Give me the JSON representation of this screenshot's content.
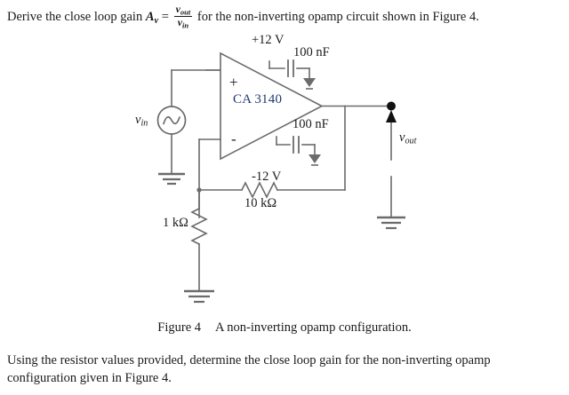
{
  "problem": {
    "top_prefix": "Derive the close loop gain ",
    "gain_symbol": "A",
    "gain_subscript": "v",
    "equals": " = ",
    "fraction_numerator": "v",
    "fraction_numerator_sub": "out",
    "fraction_denominator": "v",
    "fraction_denominator_sub": "in",
    "top_suffix": " for the non-inverting opamp circuit shown in Figure 4.",
    "bottom_text": "Using the resistor values provided, determine the close loop gain for the non-inverting opamp configuration given in Figure 4."
  },
  "figure": {
    "number_label": "Figure 4",
    "caption": "A non-inverting opamp configuration."
  },
  "circuit": {
    "opamp": {
      "part_number": "CA 3140",
      "part_number_color": "#1f3a6e",
      "noninverting_input_label": "+",
      "inverting_input_label": "-",
      "positive_supply_label": "+12 V",
      "negative_supply_label": "-12 V"
    },
    "source": {
      "label": "v",
      "label_sub": "in",
      "type": "ac-sine-source"
    },
    "output": {
      "label": "v",
      "label_sub": "out",
      "node_marker": "filled-dot",
      "arrow_direction": "up"
    },
    "components": [
      {
        "name": "decoupling-capacitor-positive",
        "value": "100 nF",
        "type": "capacitor"
      },
      {
        "name": "decoupling-capacitor-negative",
        "value": "100 nF",
        "type": "capacitor"
      },
      {
        "name": "feedback-resistor",
        "value": "10 kΩ",
        "type": "resistor",
        "orientation": "horizontal"
      },
      {
        "name": "ground-resistor",
        "value": "1 kΩ",
        "type": "resistor",
        "orientation": "vertical"
      }
    ],
    "grounds": [
      {
        "name": "ground-source"
      },
      {
        "name": "ground-r1"
      },
      {
        "name": "ground-output"
      },
      {
        "name": "ground-cap-positive"
      },
      {
        "name": "ground-cap-negative"
      }
    ],
    "wire_color": "#6b6b6b",
    "node_color": "#111111"
  }
}
